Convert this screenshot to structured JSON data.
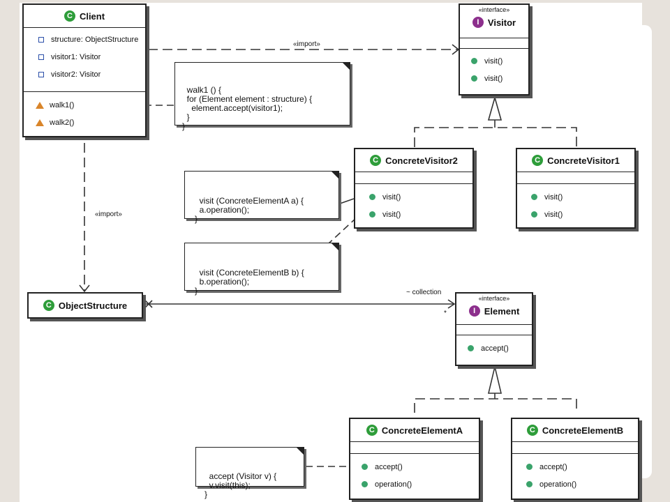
{
  "classes": {
    "client": {
      "name": "Client",
      "attributes": [
        "structure: ObjectStructure",
        "visitor1: Visitor",
        "visitor2: Visitor"
      ],
      "operations": [
        "walk1()",
        "walk2()"
      ]
    },
    "visitor": {
      "stereotype": "«interface»",
      "name": "Visitor",
      "operations": [
        "visit()",
        "visit()"
      ]
    },
    "concrete_visitor2": {
      "name": "ConcreteVisitor2",
      "operations": [
        "visit()",
        "visit()"
      ]
    },
    "concrete_visitor1": {
      "name": "ConcreteVisitor1",
      "operations": [
        "visit()",
        "visit()"
      ]
    },
    "object_structure": {
      "name": "ObjectStructure"
    },
    "element": {
      "stereotype": "«interface»",
      "name": "Element",
      "operations": [
        "accept()"
      ]
    },
    "concrete_element_a": {
      "name": "ConcreteElementA",
      "operations": [
        "accept()",
        "operation()"
      ]
    },
    "concrete_element_b": {
      "name": "ConcreteElementB",
      "operations": [
        "accept()",
        "operation()"
      ]
    }
  },
  "notes": {
    "walk1": "walk1 () {\n  for (Element element : structure) {\n    element.accept(visitor1);\n  }\n}",
    "visit_a": "visit (ConcreteElementA a) {\n  a.operation();\n}",
    "visit_b": "visit (ConcreteElementB b) {\n  b.operation();\n}",
    "accept": "accept (Visitor v) {\n  v.visit(this);\n}"
  },
  "labels": {
    "import_top": "«import»",
    "import_left": "«import»",
    "collection": "~ collection",
    "multiplicity": "*"
  },
  "icons": {
    "class_badge": "C",
    "interface_badge": "I"
  },
  "colors": {
    "class_badge": "#2e9d3a",
    "interface_badge": "#8c2f8c",
    "operation_dot": "#3aa36b",
    "attribute_square": "#2a4ea8",
    "protected_triangle": "#d9852a"
  }
}
